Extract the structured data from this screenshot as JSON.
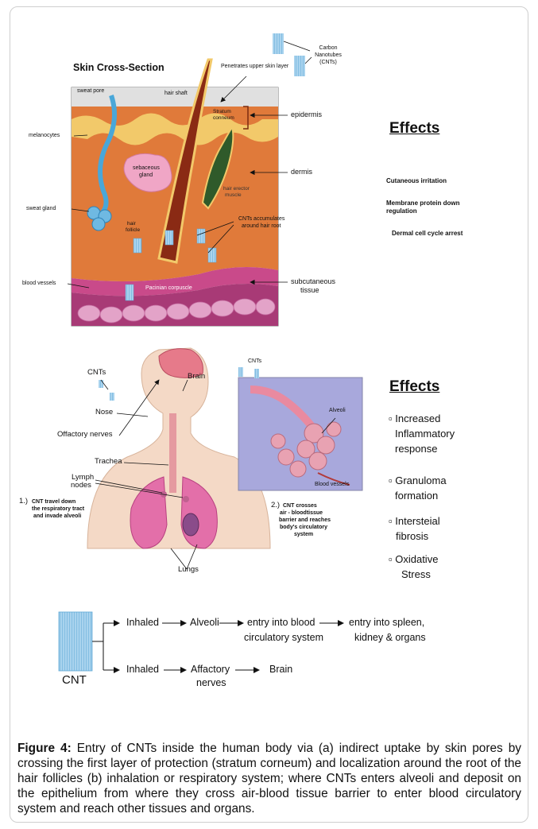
{
  "panel_a": {
    "title": "Skin Cross-Section",
    "labels": {
      "sweat_pore": "sweat pore",
      "hair_shaft": "hair shaft",
      "penetrates": "Penetrates upper skin layer",
      "cnt_legend_1": "Carbon",
      "cnt_legend_2": "Nanotubes",
      "cnt_legend_3": "(CNTs)",
      "stratum_1": "Stratum",
      "stratum_2": "conneum",
      "melanocytes": "melanocytes",
      "epidermis": "epidermis",
      "sebaceous_1": "sebaceous",
      "sebaceous_2": "gland",
      "dermis": "dermis",
      "hair_erector_1": "hair erector",
      "hair_erector_2": "muscle",
      "sweat_gland": "sweat gland",
      "hair_follicle_1": "hair",
      "hair_follicle_2": "follicle",
      "cnt_acc_1": "CNTs accumulates",
      "cnt_acc_2": "around hair root",
      "blood_vessels": "blood vessels",
      "pacinian": "Pacinian corpuscle",
      "subcut_1": "subcutaneous",
      "subcut_2": "tissue"
    },
    "effects_title": "Effects",
    "effects": [
      "Cutaneous irritation",
      "Membrane protein down",
      "regulation",
      "Dermal cell cycle arrest"
    ]
  },
  "panel_b": {
    "labels": {
      "cnts_left": "CNTs",
      "brain": "Brain",
      "nose": "Nose",
      "olfactory": "Offactory nerves",
      "trachea": "Trachea",
      "lymph_1": "Lymph",
      "lymph_2": "nodes",
      "step1_num": "1.)",
      "step1_a": "CNT travel down",
      "step1_b": "the respiratory tract",
      "step1_c": "and invade alveoli",
      "lungs": "Lungs",
      "cnts_right": "CNTs",
      "alveoli": "Alveoli",
      "blood_vessels": "Blood vessels",
      "step2_num": "2.)",
      "step2_a": "CNT crosses",
      "step2_b": "air - bloodtissue",
      "step2_c": "barrier and reaches",
      "step2_d": "body's circulatory",
      "step2_e": "system"
    },
    "effects_title": "Effects",
    "effects": [
      "Increased",
      "Inflammatory",
      "response",
      "Granuloma",
      "formation",
      "Intersteial",
      "fibrosis",
      "Oxidative",
      "Stress"
    ]
  },
  "flow": {
    "cnt": "CNT",
    "inhaled_1": "Inhaled",
    "alveoli": "Alveoli",
    "entry_blood_1": "entry into blood",
    "entry_blood_2": "circulatory system",
    "entry_spleen_1": "entry into spleen,",
    "entry_spleen_2": "kidney & organs",
    "inhaled_2": "Inhaled",
    "affactory_1": "Affactory",
    "affactory_2": "nerves",
    "brain": "Brain"
  },
  "caption": {
    "label": "Figure 4:",
    "text": " Entry of CNTs inside the human body via (a) indirect uptake by skin pores by crossing the first layer of protection (stratum corneum) and localization around the root of the hair follicles (b) inhalation or respiratory system; where CNTs enters alveoli and deposit on the epithelium from where they cross air-blood tissue barrier to enter blood circulatory system and reach other tissues and organs."
  }
}
